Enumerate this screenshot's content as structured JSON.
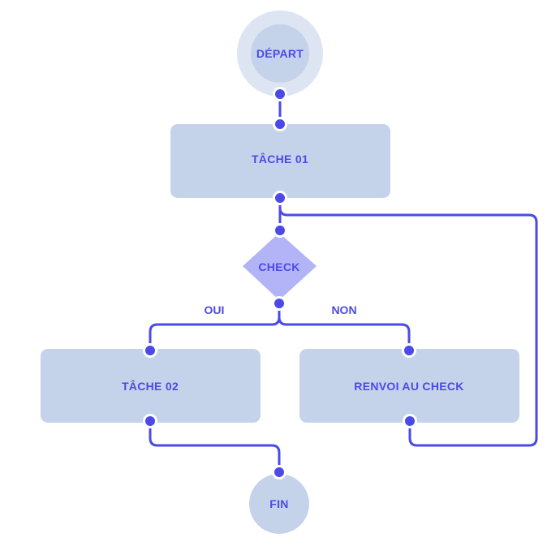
{
  "colors": {
    "accent": "#4b4ae8",
    "box_fill": "#c5d3ea",
    "halo_fill": "#dde5f3",
    "diamond_fill": "#b3b4f7",
    "background": "#ffffff"
  },
  "nodes": {
    "start": "DÉPART",
    "task1": "TÂCHE 01",
    "check": "CHECK",
    "task2": "TÂCHE 02",
    "renvoi": "RENVOI AU CHECK",
    "end": "FIN"
  },
  "edges": {
    "yes_label": "OUI",
    "no_label": "NON"
  }
}
